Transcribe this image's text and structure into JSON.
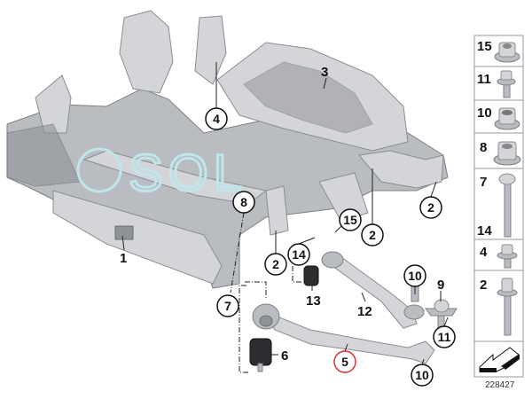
{
  "diagram": {
    "watermark": "SOL",
    "reference_number": "228427",
    "callouts": [
      {
        "label": "3"
      },
      {
        "label": "4"
      },
      {
        "label": "1"
      },
      {
        "label": "8"
      },
      {
        "label": "2"
      },
      {
        "label": "2"
      },
      {
        "label": "2"
      },
      {
        "label": "15"
      },
      {
        "label": "14"
      },
      {
        "label": "13"
      },
      {
        "label": "7"
      },
      {
        "label": "12"
      },
      {
        "label": "10"
      },
      {
        "label": "9"
      },
      {
        "label": "11"
      },
      {
        "label": "6"
      },
      {
        "label": "5"
      },
      {
        "label": "10"
      }
    ],
    "highlight_color": "#d93030",
    "fastener_panel": [
      {
        "label": "15"
      },
      {
        "label": "11"
      },
      {
        "label": "10"
      },
      {
        "label": "8"
      },
      {
        "label": "7"
      },
      {
        "label": "14"
      },
      {
        "label": "4"
      },
      {
        "label": "2"
      }
    ]
  }
}
